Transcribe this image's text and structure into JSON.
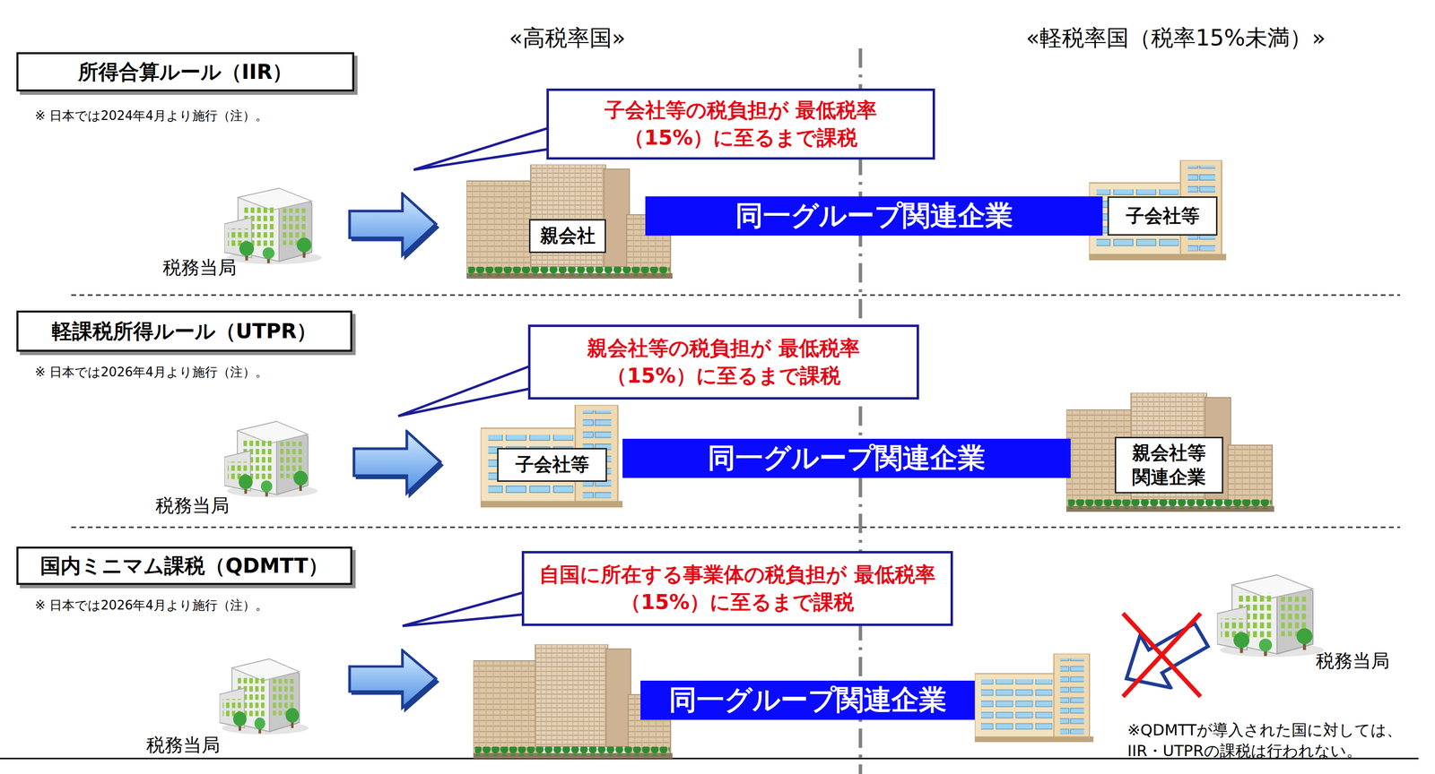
{
  "diagram": {
    "nodes": [
      {
        "text": [
          "所得合算ルール（IIR）"
        ]
      },
      {
        "text": [
          "子会社等の税負担が 最低税率（15%）に至るまで課税"
        ]
      },
      {
        "text": [
          "親会社"
        ]
      },
      {
        "text": [
          "同一グループ関連企業"
        ]
      },
      {
        "text": [
          "子会社等"
        ]
      },
      {
        "text": [
          "軽課税所得ルール（UTPR）"
        ]
      },
      {
        "text": [
          "親会社等の税負担が 最低税率（15%）に至るまで課税"
        ]
      },
      {
        "text": [
          "子会社等"
        ]
      },
      {
        "text": [
          "同一グループ関連企業"
        ]
      },
      {
        "text": [
          "親会社等 関連企業"
        ]
      },
      {
        "text": [
          "国内ミニマム課税（QDMTT）"
        ]
      },
      {
        "text": [
          "自国に所在する事業体の税負担が 最低税率（15%）に至るまで課税"
        ]
      },
      {
        "text": [
          "同一グループ関連企業"
        ]
      }
    ],
    "labels": [
      "«高税率国»",
      "«軽税率国（税率15%未満）»",
      "※ 日本では2024年4月より施行（注）。",
      "税務当局",
      "※ 日本では2026年4月より施行（注）。",
      "税務当局",
      "※ 日本では2026年4月より施行（注）。",
      "税務当局",
      "税務当局",
      "※QDMTTが導入された国に対しては、 IIR・UTPRの課税は行われない。"
    ]
  }
}
